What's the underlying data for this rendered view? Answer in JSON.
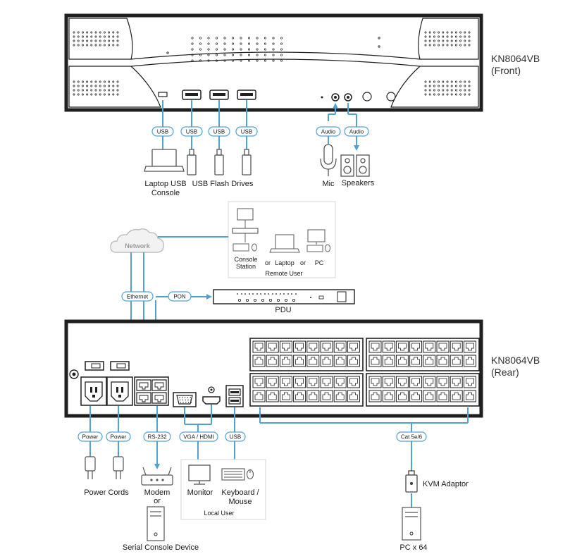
{
  "colors": {
    "accent": "#4fa3d3",
    "device": "#1f1f1f",
    "gray": "#9a9a9a",
    "pill_border": "#4fa3d3"
  },
  "front": {
    "model": "KN8064VB",
    "view": "(Front)",
    "pills": {
      "usb1": "USB",
      "usb2": "USB",
      "usb3": "USB",
      "usb4": "USB",
      "audio1": "Audio",
      "audio2": "Audio"
    },
    "labels": {
      "laptop_usb": "Laptop USB",
      "console": "Console",
      "flash": "USB Flash Drives",
      "mic": "Mic",
      "speakers": "Speakers"
    }
  },
  "remote": {
    "network": "Network",
    "console": "Console",
    "station": "Station",
    "or1": "or",
    "laptop": "Laptop",
    "or2": "or",
    "pc": "PC",
    "caption": "Remote User"
  },
  "middle": {
    "ethernet": "Ethernet",
    "pon": "PON",
    "pdu": "PDU"
  },
  "rear": {
    "model": "KN8064VB",
    "view": "(Rear)",
    "pills": {
      "power1": "Power",
      "power2": "Power",
      "rs232": "RS-232",
      "vga": "VGA / HDMI",
      "usb": "USB",
      "cat": "Cat 5e/6"
    },
    "labels": {
      "power_cords": "Power Cords",
      "modem": "Modem",
      "or": "or",
      "serial": "Serial Console Device",
      "monitor": "Monitor",
      "keyboard": "Keyboard /",
      "mouse": "Mouse",
      "local_user": "Local User",
      "kvm": "KVM Adaptor",
      "pc64": "PC x 64"
    }
  }
}
